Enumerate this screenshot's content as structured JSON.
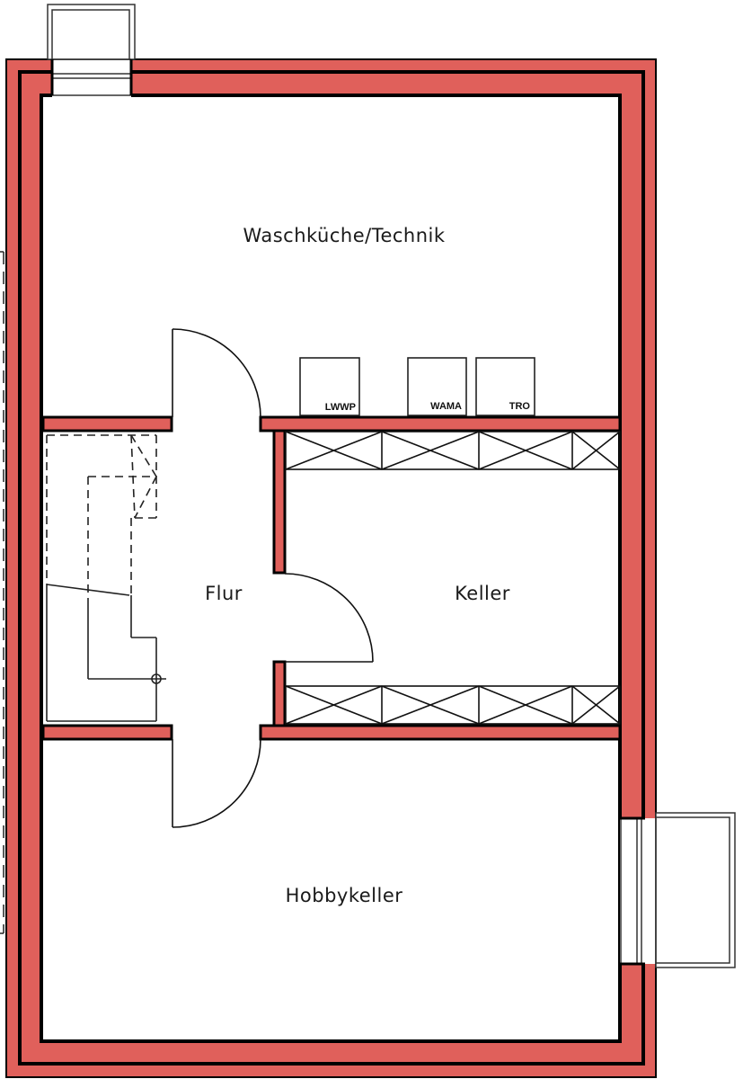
{
  "floorplan": {
    "colors": {
      "wall_fill": "#e0605b",
      "line": "#000000",
      "background": "#ffffff"
    },
    "rooms": [
      {
        "id": "waschkueche",
        "label": "Waschküche/Technik"
      },
      {
        "id": "flur",
        "label": "Flur"
      },
      {
        "id": "keller",
        "label": "Keller"
      },
      {
        "id": "hobbykeller",
        "label": "Hobbykeller"
      }
    ],
    "appliances": [
      {
        "id": "lwwp",
        "label": "LWWP"
      },
      {
        "id": "wama",
        "label": "WAMA"
      },
      {
        "id": "tro",
        "label": "TRO"
      }
    ]
  }
}
